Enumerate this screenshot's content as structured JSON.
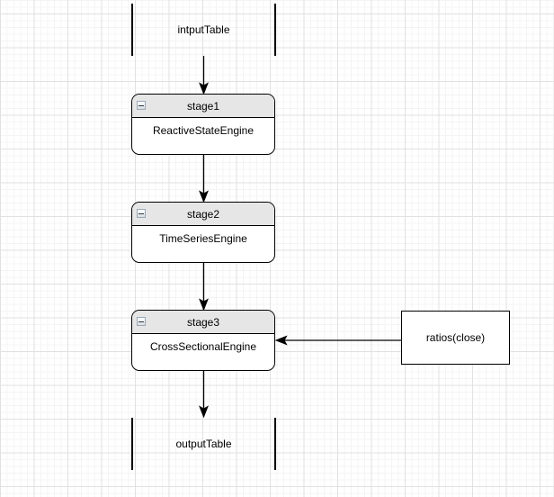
{
  "diagram": {
    "nodes": {
      "input_table": {
        "label": "intputTable"
      },
      "stage1": {
        "title": "stage1",
        "body": "ReactiveStateEngine"
      },
      "stage2": {
        "title": "stage2",
        "body": "TimeSeriesEngine"
      },
      "stage3": {
        "title": "stage3",
        "body": "CrossSectionalEngine"
      },
      "ratios": {
        "label": "ratios(close)"
      },
      "output_table": {
        "label": "outputTable"
      }
    },
    "edges": [
      {
        "from": "input_table",
        "to": "stage1",
        "direction": "down"
      },
      {
        "from": "stage1",
        "to": "stage2",
        "direction": "down"
      },
      {
        "from": "stage2",
        "to": "stage3",
        "direction": "down"
      },
      {
        "from": "ratios",
        "to": "stage3",
        "direction": "left"
      },
      {
        "from": "stage3",
        "to": "output_table",
        "direction": "down"
      }
    ],
    "icons": {
      "collapse": "minus-square"
    },
    "colors": {
      "stage_header_fill": "#e6e6e6",
      "node_fill": "#ffffff",
      "stroke": "#000000",
      "grid_major": "#e1e1e1",
      "grid_minor": "#f4f4f4",
      "background": "#ffffff"
    }
  }
}
